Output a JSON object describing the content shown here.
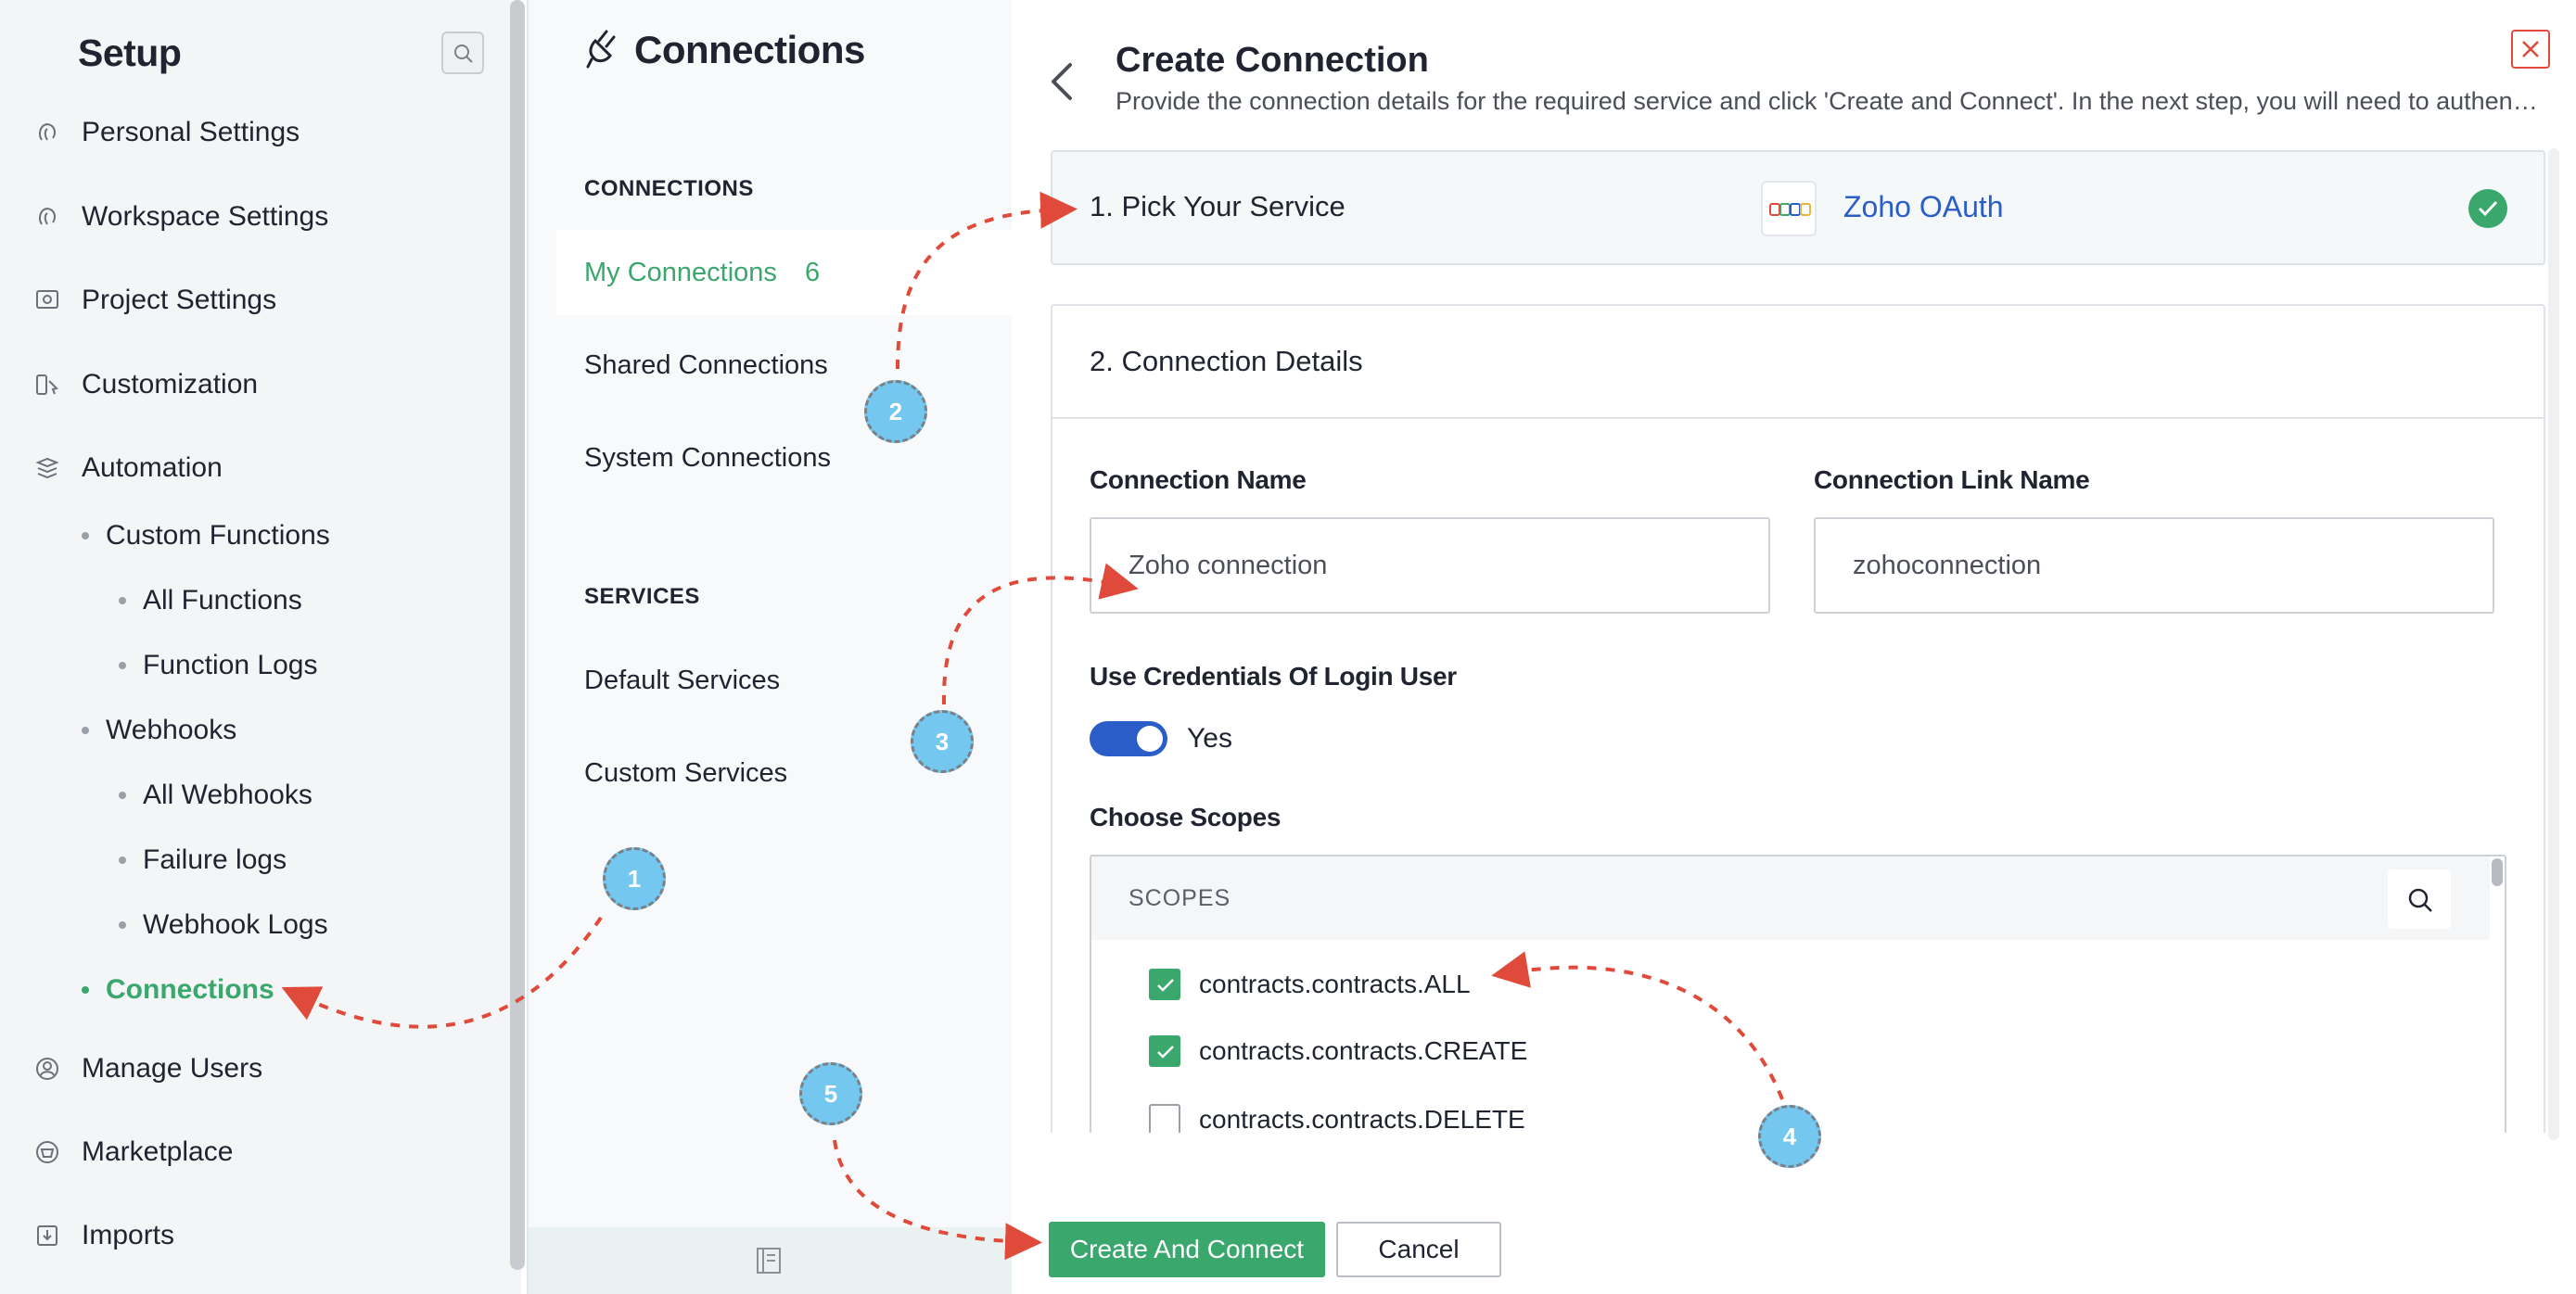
{
  "setup": {
    "title": "Setup",
    "nav": [
      {
        "label": "Personal Settings",
        "icon": "personal-settings-icon"
      },
      {
        "label": "Workspace Settings",
        "icon": "workspace-settings-icon"
      },
      {
        "label": "Project Settings",
        "icon": "project-settings-icon"
      },
      {
        "label": "Customization",
        "icon": "customization-icon"
      },
      {
        "label": "Automation",
        "icon": "automation-icon"
      },
      {
        "label": "Manage Users",
        "icon": "manage-users-icon"
      },
      {
        "label": "Marketplace",
        "icon": "marketplace-icon"
      },
      {
        "label": "Imports",
        "icon": "imports-icon"
      }
    ],
    "automation_children": {
      "custom_functions": "Custom Functions",
      "all_functions": "All Functions",
      "function_logs": "Function Logs",
      "webhooks": "Webhooks",
      "all_webhooks": "All Webhooks",
      "failure_logs": "Failure logs",
      "webhook_logs": "Webhook Logs",
      "connections": "Connections"
    }
  },
  "connections_panel": {
    "title": "Connections",
    "section_connections": "CONNECTIONS",
    "my_connections": "My Connections",
    "my_connections_count": "6",
    "shared_connections": "Shared Connections",
    "system_connections": "System Connections",
    "section_services": "SERVICES",
    "default_services": "Default Services",
    "custom_services": "Custom Services"
  },
  "drawer": {
    "title": "Create Connection",
    "description": "Provide the connection details for the required service and click 'Create and Connect'. In the next step, you will need to authenticate the connection.",
    "step1_title": "1. Pick Your Service",
    "service_name": "Zoho OAuth",
    "step2_title": "2. Connection Details",
    "connection_name_label": "Connection Name",
    "connection_name_value": "Zoho connection",
    "connection_link_label": "Connection Link Name",
    "connection_link_value": "zohoconnection",
    "credentials_label": "Use Credentials Of Login User",
    "credentials_toggle_text": "Yes",
    "scopes_label": "Choose Scopes",
    "scopes_header": "SCOPES",
    "scopes": [
      {
        "label": "contracts.contracts.ALL",
        "checked": true
      },
      {
        "label": "contracts.contracts.CREATE",
        "checked": true
      },
      {
        "label": "contracts.contracts.DELETE",
        "checked": false
      }
    ],
    "create_button": "Create And Connect",
    "cancel_button": "Cancel"
  },
  "annotations": {
    "markers": [
      "1",
      "2",
      "3",
      "4",
      "5"
    ],
    "marker_color": "#74c7ee",
    "arrow_color": "#e04a3a"
  },
  "colors": {
    "accent_green": "#3aa76d",
    "link_blue": "#2a5dc8",
    "toggle_blue": "#2a5dc8",
    "close_red": "#e04a3a"
  }
}
